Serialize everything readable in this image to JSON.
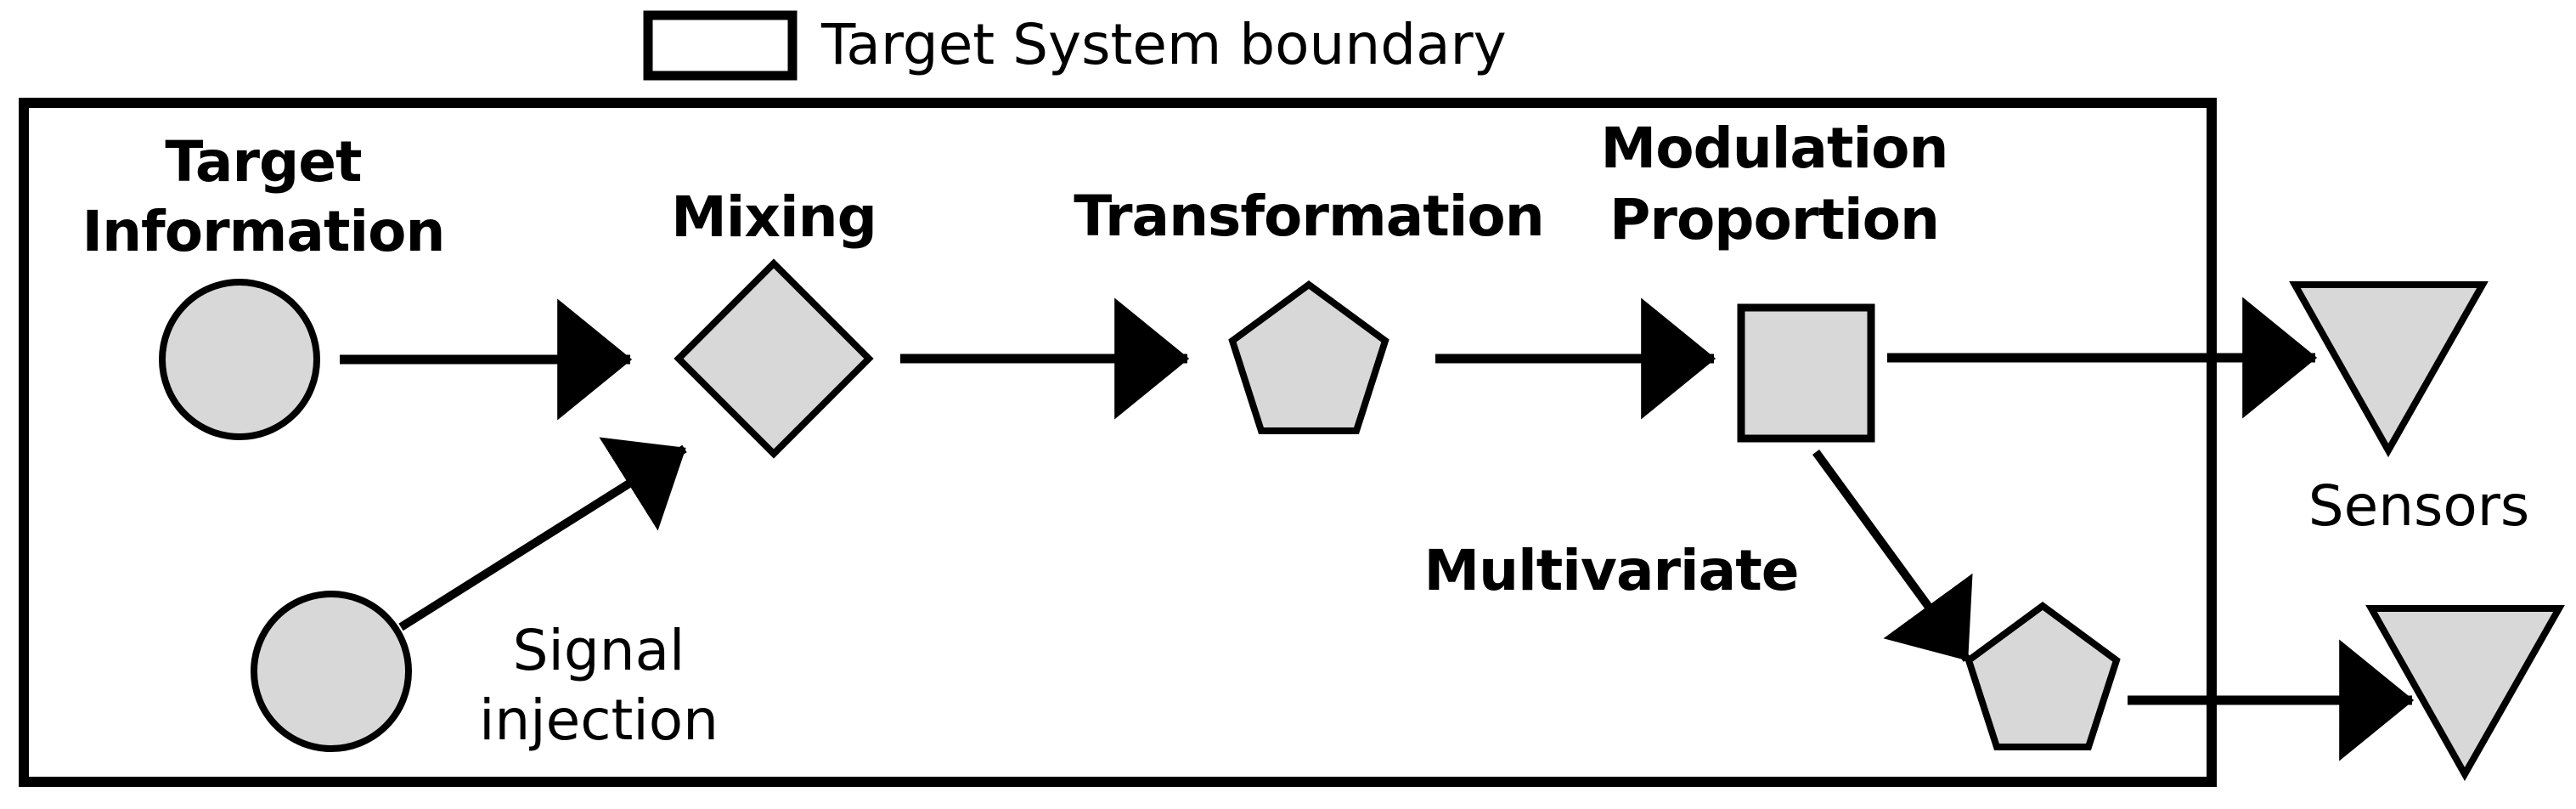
{
  "legend": {
    "swatch_shape": "rectangle-outline",
    "label": "Target System boundary"
  },
  "colors": {
    "background": "#ffffff",
    "shape_fill": "#d8d8d8",
    "line": "#000000",
    "text": "#000000"
  },
  "nodes": {
    "target_information": {
      "shape": "circle",
      "label_line1": "Target",
      "label_line2": "Information"
    },
    "signal_injection": {
      "shape": "circle",
      "label_line1": "Signal",
      "label_line2": "injection"
    },
    "mixing": {
      "shape": "diamond",
      "label": "Mixing"
    },
    "transformation": {
      "shape": "pentagon",
      "label": "Transformation"
    },
    "modulation_proportion": {
      "shape": "square",
      "label_line1": "Modulation",
      "label_line2": "Proportion"
    },
    "multivariate": {
      "shape": "pentagon",
      "label": "Multivariate"
    },
    "sensor_1": {
      "shape": "triangle-down",
      "label": ""
    },
    "sensor_2": {
      "shape": "triangle-down",
      "label": ""
    },
    "sensors_caption": {
      "label": "Sensors"
    }
  },
  "connections": [
    {
      "from": "target_information",
      "to": "mixing"
    },
    {
      "from": "signal_injection",
      "to": "mixing"
    },
    {
      "from": "mixing",
      "to": "transformation"
    },
    {
      "from": "transformation",
      "to": "modulation_proportion"
    },
    {
      "from": "modulation_proportion",
      "to": "sensor_1"
    },
    {
      "from": "modulation_proportion",
      "to": "multivariate"
    },
    {
      "from": "multivariate",
      "to": "sensor_2"
    }
  ]
}
